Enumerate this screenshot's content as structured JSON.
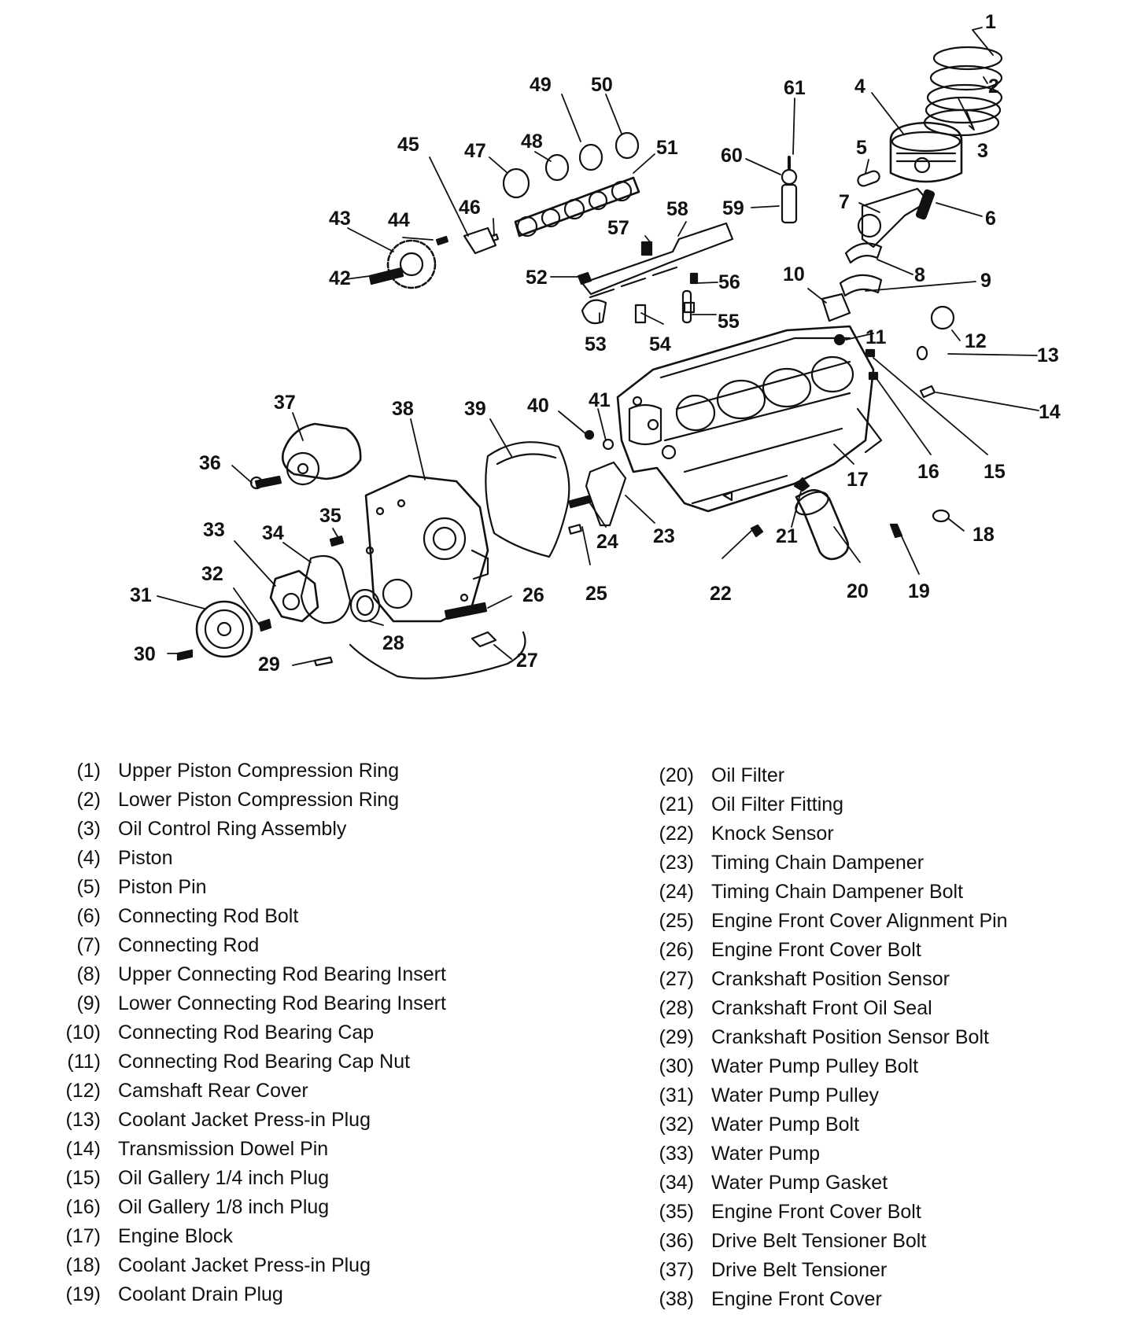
{
  "callouts": [
    "1",
    "2",
    "3",
    "4",
    "5",
    "6",
    "7",
    "8",
    "9",
    "10",
    "11",
    "12",
    "13",
    "14",
    "15",
    "16",
    "17",
    "18",
    "19",
    "20",
    "21",
    "22",
    "23",
    "24",
    "25",
    "26",
    "27",
    "28",
    "29",
    "30",
    "31",
    "32",
    "33",
    "34",
    "35",
    "36",
    "37",
    "38",
    "39",
    "40",
    "41",
    "42",
    "43",
    "44",
    "45",
    "46",
    "47",
    "48",
    "49",
    "50",
    "51",
    "52",
    "53",
    "54",
    "55",
    "56",
    "57",
    "58",
    "59",
    "60",
    "61"
  ],
  "legend_left": [
    {
      "ref": "(1)",
      "label": "Upper Piston Compression Ring"
    },
    {
      "ref": "(2)",
      "label": "Lower Piston Compression Ring"
    },
    {
      "ref": "(3)",
      "label": "Oil Control Ring Assembly"
    },
    {
      "ref": "(4)",
      "label": "Piston"
    },
    {
      "ref": "(5)",
      "label": "Piston Pin"
    },
    {
      "ref": "(6)",
      "label": "Connecting Rod Bolt"
    },
    {
      "ref": "(7)",
      "label": "Connecting Rod"
    },
    {
      "ref": "(8)",
      "label": "Upper Connecting Rod Bearing Insert"
    },
    {
      "ref": "(9)",
      "label": "Lower Connecting Rod Bearing Insert"
    },
    {
      "ref": "(10)",
      "label": "Connecting Rod Bearing Cap"
    },
    {
      "ref": "(11)",
      "label": "Connecting Rod Bearing Cap Nut"
    },
    {
      "ref": "(12)",
      "label": "Camshaft Rear Cover"
    },
    {
      "ref": "(13)",
      "label": "Coolant Jacket Press-in Plug"
    },
    {
      "ref": "(14)",
      "label": "Transmission Dowel Pin"
    },
    {
      "ref": "(15)",
      "label": "Oil Gallery 1/4 inch Plug"
    },
    {
      "ref": "(16)",
      "label": "Oil Gallery 1/8 inch Plug"
    },
    {
      "ref": "(17)",
      "label": "Engine Block"
    },
    {
      "ref": "(18)",
      "label": "Coolant Jacket Press-in Plug"
    },
    {
      "ref": "(19)",
      "label": "Coolant Drain Plug"
    }
  ],
  "legend_right": [
    {
      "ref": "(20)",
      "label": "Oil Filter"
    },
    {
      "ref": "(21)",
      "label": "Oil Filter Fitting"
    },
    {
      "ref": "(22)",
      "label": "Knock Sensor"
    },
    {
      "ref": "(23)",
      "label": "Timing Chain Dampener"
    },
    {
      "ref": "(24)",
      "label": "Timing Chain Dampener Bolt"
    },
    {
      "ref": "(25)",
      "label": "Engine Front Cover Alignment Pin"
    },
    {
      "ref": "(26)",
      "label": "Engine Front Cover Bolt"
    },
    {
      "ref": "(27)",
      "label": "Crankshaft Position Sensor"
    },
    {
      "ref": "(28)",
      "label": "Crankshaft Front Oil Seal"
    },
    {
      "ref": "(29)",
      "label": "Crankshaft Position Sensor Bolt"
    },
    {
      "ref": "(30)",
      "label": "Water Pump Pulley Bolt"
    },
    {
      "ref": "(31)",
      "label": "Water Pump Pulley"
    },
    {
      "ref": "(32)",
      "label": "Water Pump Bolt"
    },
    {
      "ref": "(33)",
      "label": "Water Pump"
    },
    {
      "ref": "(34)",
      "label": "Water Pump Gasket"
    },
    {
      "ref": "(35)",
      "label": "Engine Front Cover Bolt"
    },
    {
      "ref": "(36)",
      "label": "Drive Belt Tensioner Bolt"
    },
    {
      "ref": "(37)",
      "label": "Drive Belt Tensioner"
    },
    {
      "ref": "(38)",
      "label": "Engine Front Cover"
    }
  ]
}
